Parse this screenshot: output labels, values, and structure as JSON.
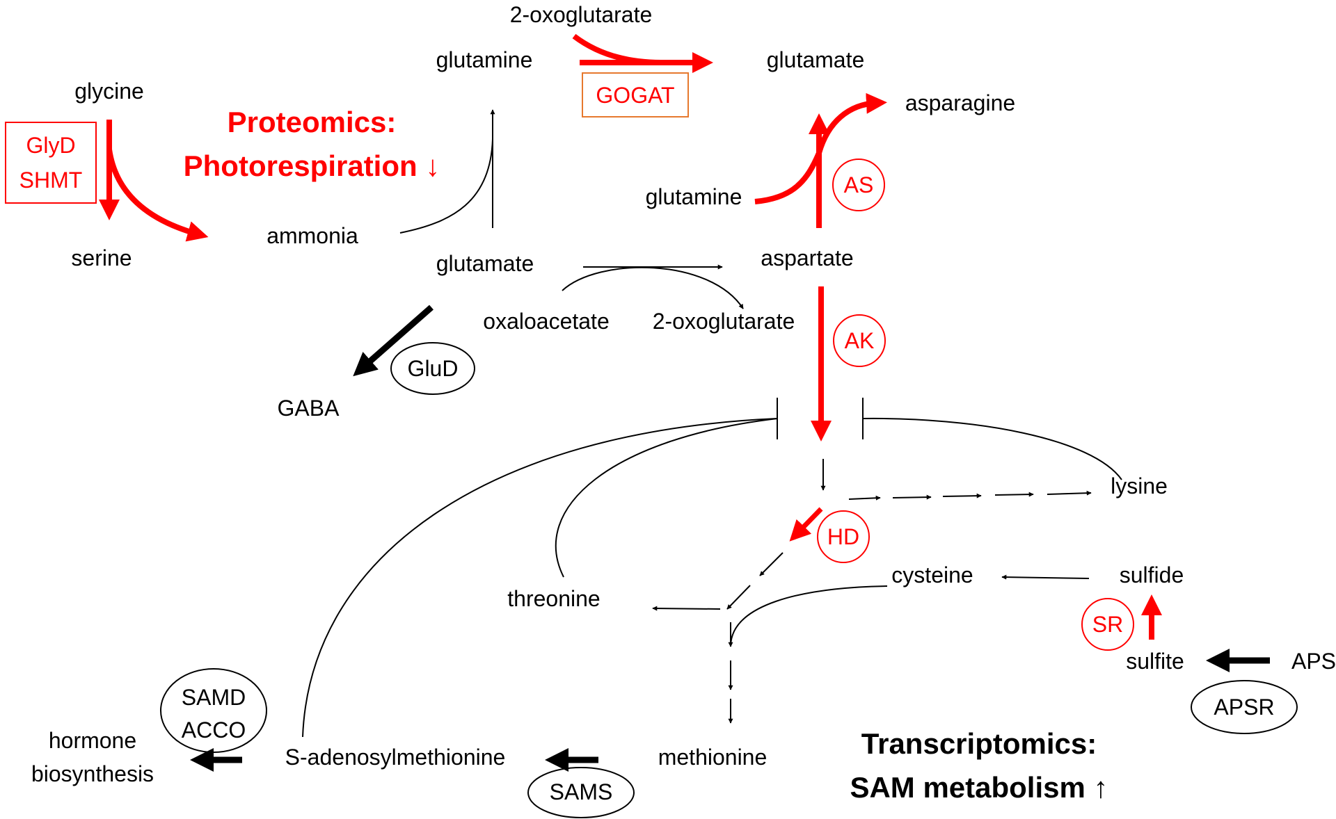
{
  "colors": {
    "highlight": "#ff0000",
    "normal": "#000000",
    "gogat_box": "#e6782d"
  },
  "metabolites": {
    "oxoglutarate_top": "2-oxoglutarate",
    "glutamine_top": "glutamine",
    "glutamate_top": "glutamate",
    "glycine": "glycine",
    "serine": "serine",
    "ammonia": "ammonia",
    "asparagine": "asparagine",
    "glutamine_as": "glutamine",
    "glutamate_mid": "glutamate",
    "aspartate": "aspartate",
    "oxaloacetate": "oxaloacetate",
    "oxoglutarate_mid": "2-oxoglutarate",
    "gaba": "GABA",
    "lysine": "lysine",
    "threonine": "threonine",
    "cysteine": "cysteine",
    "sulfide": "sulfide",
    "sulfite": "sulfite",
    "aps": "APS",
    "methionine": "methionine",
    "sam": "S-adenosylmethionine",
    "hormone_line1": "hormone",
    "hormone_line2": "biosynthesis"
  },
  "enzymes": {
    "glyd": "GlyD",
    "shmt": "SHMT",
    "gogat": "GOGAT",
    "as": "AS",
    "ak": "AK",
    "glud": "GluD",
    "hd": "HD",
    "sr": "SR",
    "apsr": "APSR",
    "samd": "SAMD",
    "acco": "ACCO",
    "sams": "SAMS"
  },
  "headings": {
    "proteomics_line1": "Proteomics:",
    "proteomics_line2": "Photorespiration ↓",
    "transcriptomics_line1": "Transcriptomics:",
    "transcriptomics_line2": "SAM metabolism ↑"
  }
}
